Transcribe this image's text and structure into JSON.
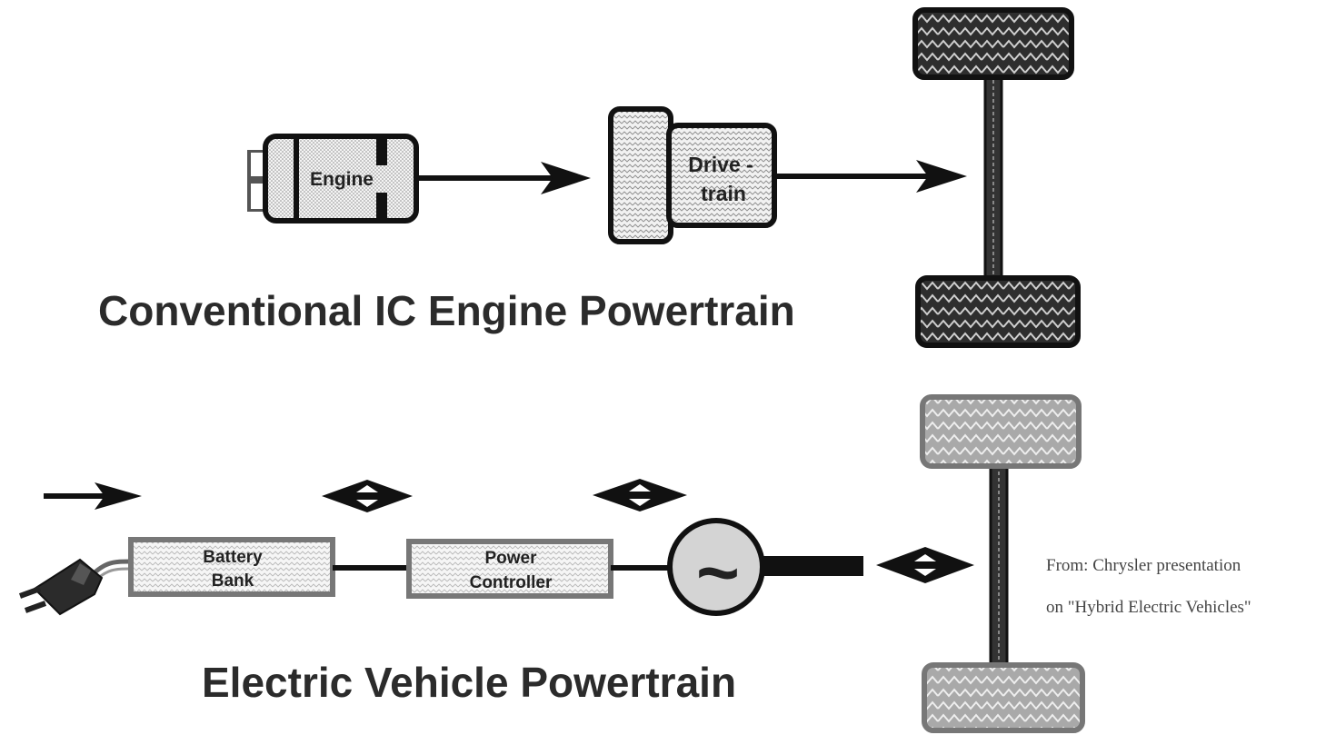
{
  "conventional": {
    "title": "Conventional IC Engine Powertrain",
    "engine_label": "Engine",
    "drivetrain_label_line1": "Drive -",
    "drivetrain_label_line2": "train"
  },
  "electric": {
    "title": "Electric Vehicle Powertrain",
    "battery_label_line1": "Battery",
    "battery_label_line2": "Bank",
    "controller_label_line1": "Power",
    "controller_label_line2": "Controller",
    "motor_symbol": "~"
  },
  "credit": {
    "line1": "From: Chrysler presentation",
    "line2": "on \"Hybrid Electric Vehicles\""
  },
  "colors": {
    "stroke": "#111111",
    "dark_fill": "#3a3a3a",
    "light_fill": "#d9d9d9",
    "ev_stroke": "#7a7a7a",
    "ev_wheel_fill": "#bdbdbd"
  }
}
